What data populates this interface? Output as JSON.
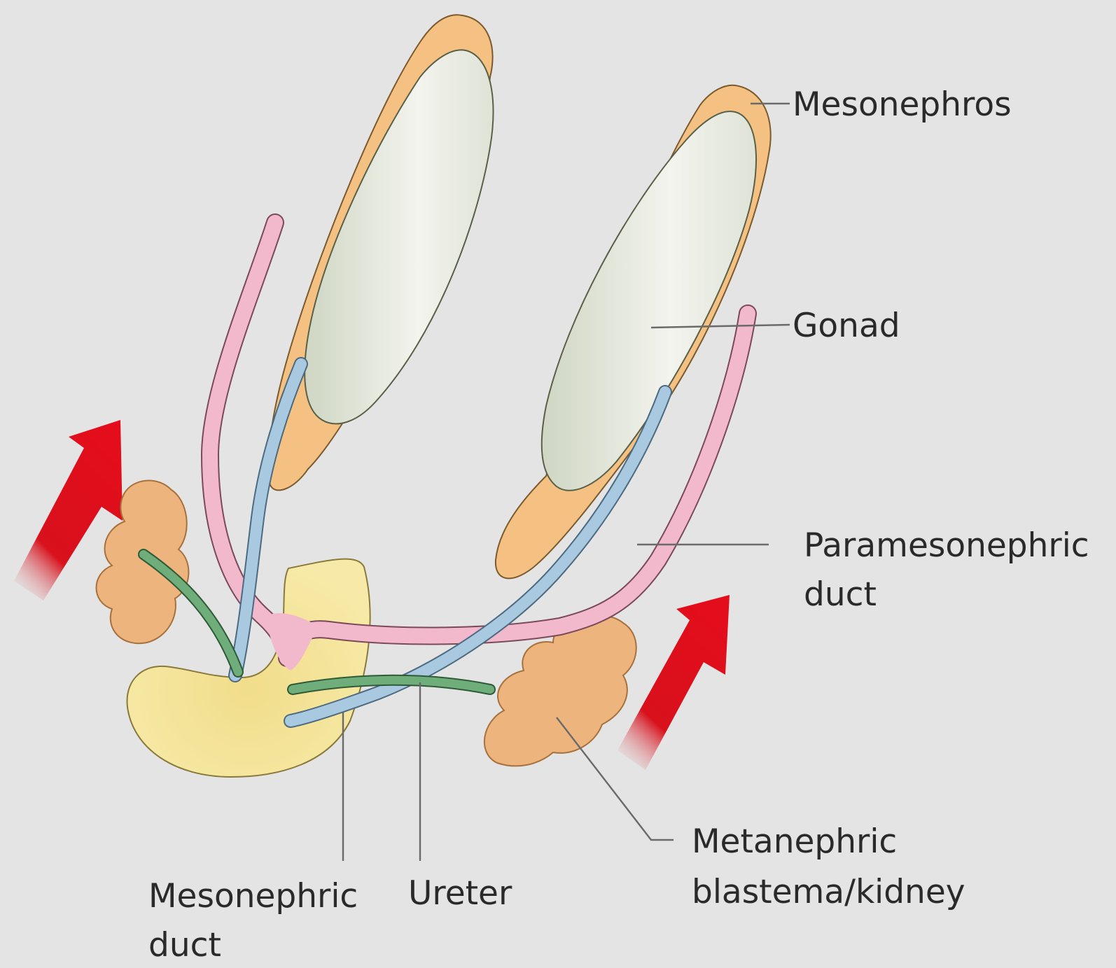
{
  "labels": {
    "mesonephros": "Mesonephros",
    "gonad": "Gonad",
    "paramesonephric_line1": "Paramesonephric",
    "paramesonephric_line2": "duct",
    "metanephric_line1": "Metanephric",
    "metanephric_line2": "blastema/kidney",
    "mesonephric_line1": "Mesonephric",
    "mesonephric_line2": "duct",
    "ureter": "Ureter"
  },
  "colors": {
    "background": "#e4e4e4",
    "mesonephros": "#f4c183",
    "gonad": "#d7ddcc",
    "paramesonephric_duct": "#f2b8cc",
    "mesonephric_duct": "#a9c9e0",
    "ureter": "#6fae7a",
    "kidney": "#eeb47d",
    "bladder": "#f4e49c",
    "arrow": "#d8111c"
  }
}
